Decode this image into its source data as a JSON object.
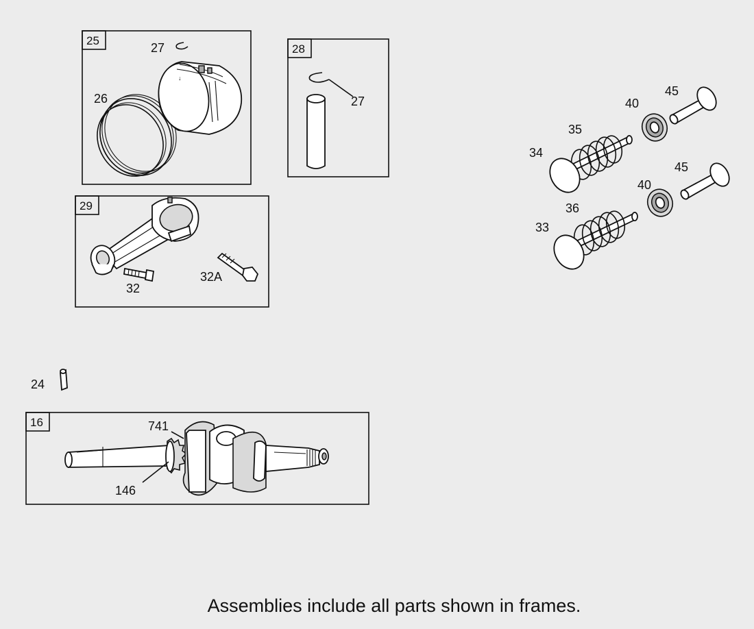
{
  "frames": {
    "f25": {
      "number": "25"
    },
    "f28": {
      "number": "28"
    },
    "f29": {
      "number": "29"
    },
    "f16": {
      "number": "16"
    }
  },
  "callouts": {
    "c27a": "27",
    "c26": "26",
    "c27b": "27",
    "c32": "32",
    "c32a": "32A",
    "c24": "24",
    "c741": "741",
    "c146": "146",
    "c45a": "45",
    "c40a": "40",
    "c35": "35",
    "c34": "34",
    "c45b": "45",
    "c40b": "40",
    "c36": "36",
    "c33": "33"
  },
  "footnote": "Assemblies include all parts shown in frames."
}
